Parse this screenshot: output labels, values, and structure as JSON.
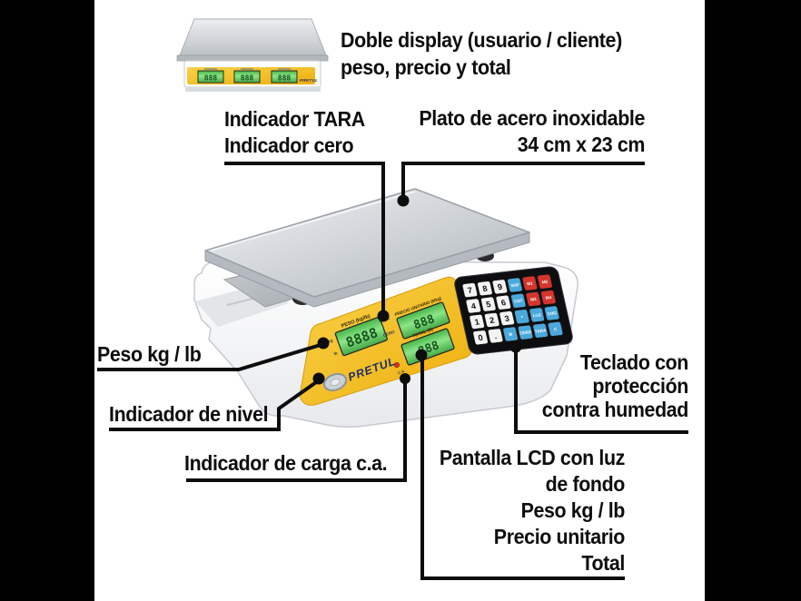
{
  "caption": {
    "line1": "Doble display (usuario / cliente)",
    "line2": "peso, precio y total"
  },
  "callouts": {
    "tara": {
      "line1": "Indicador TARA",
      "line2": "Indicador cero"
    },
    "plato": {
      "line1": "Plato de acero inoxidable",
      "line2": "34 cm x 23 cm"
    },
    "peso": {
      "line1": "Peso kg / lb"
    },
    "nivel": {
      "line1": "Indicador de nivel"
    },
    "carga": {
      "line1": "Indicador de carga c.a."
    },
    "teclado": {
      "line1": "Teclado con",
      "line2": "protección",
      "line3": "contra humedad"
    },
    "pantalla": {
      "line1": "Pantalla LCD con luz",
      "line2": "de fondo",
      "line3": "Peso kg / lb",
      "line4": "Precio unitario",
      "line5": "Total"
    }
  },
  "mini_scale": {
    "brand": "PRETUL",
    "display1": "888",
    "display2": "888",
    "display3": "888"
  },
  "scale": {
    "brand": "PRETUL",
    "panel": {
      "peso_label": "PESO (kg/lb)",
      "peso_value": "8888",
      "unit_kg": "kg",
      "unit_lb": "lb",
      "tara": "TARA",
      "cero": "CERO",
      "precio_label": "PRECIO UNITARIO ($/kg)",
      "precio_value": "888",
      "total_label": "TOTAL ($)",
      "total_value": "888",
      "ca": "C.A."
    },
    "keypad": {
      "rows": [
        [
          {
            "label": "7",
            "color": "white"
          },
          {
            "label": "8",
            "color": "white"
          },
          {
            "label": "9",
            "color": "white"
          },
          {
            "label": "SHF",
            "color": "blue"
          },
          {
            "label": "M1",
            "color": "red"
          },
          {
            "label": "M2",
            "color": "red"
          }
        ],
        [
          {
            "label": "4",
            "color": "white"
          },
          {
            "label": "5",
            "color": "white"
          },
          {
            "label": "6",
            "color": "white"
          },
          {
            "label": "CNT",
            "color": "blue"
          },
          {
            "label": "M3",
            "color": "red"
          },
          {
            "label": "M4",
            "color": "red"
          }
        ],
        [
          {
            "label": "1",
            "color": "white"
          },
          {
            "label": "2",
            "color": "white"
          },
          {
            "label": "3",
            "color": "white"
          },
          {
            "label": "+",
            "color": "blue"
          },
          {
            "label": "LUZ",
            "color": "blue"
          },
          {
            "label": "CHG",
            "color": "blue"
          }
        ],
        [
          {
            "label": "0",
            "color": "white"
          },
          {
            "label": ".",
            "color": "white"
          },
          {
            "label": "M",
            "color": "blue"
          },
          {
            "label": "CERO",
            "color": "blue"
          },
          {
            "label": "TARA",
            "color": "blue"
          },
          {
            "label": "C",
            "color": "blue"
          }
        ]
      ]
    }
  },
  "colors": {
    "panel_yellow": "#f2bb16",
    "display_green": "#5ecf5a",
    "key_white": "#f4f4f4",
    "key_red": "#d5352c",
    "key_blue": "#4aa8dc",
    "brand_navy": "#1d2f66",
    "line_black": "#0d0d0d"
  }
}
